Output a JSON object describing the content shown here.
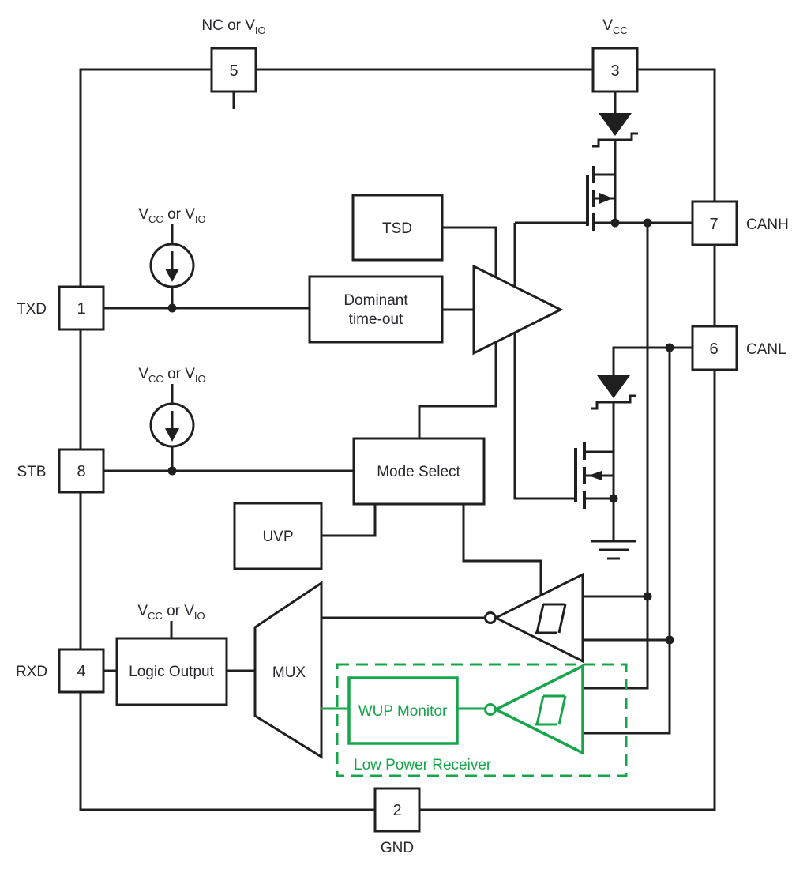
{
  "colors": {
    "line": "#1f1f1f",
    "text": "#27272f",
    "green": "#17a54b",
    "bg": "#ffffff"
  },
  "pins": {
    "p1": {
      "num": "1",
      "label": "TXD"
    },
    "p2": {
      "num": "2",
      "label": "GND"
    },
    "p3": {
      "num": "3"
    },
    "p4": {
      "num": "4",
      "label": "RXD"
    },
    "p5": {
      "num": "5"
    },
    "p6": {
      "num": "6",
      "label": "CANL"
    },
    "p7": {
      "num": "7",
      "label": "CANH"
    },
    "p8": {
      "num": "8",
      "label": "STB"
    }
  },
  "supply_labels": {
    "nc_or_vio": {
      "t1": "NC or V",
      "s1": "IO"
    },
    "vcc": {
      "t1": "V",
      "s1": "CC"
    },
    "vcc_or_vio": {
      "t1": "V",
      "s1": "CC",
      "t2": " or V",
      "s2": "IO"
    }
  },
  "blocks": {
    "tsd": "TSD",
    "dominant_timeout": {
      "line1": "Dominant",
      "line2": "time-out"
    },
    "mode_select": "Mode Select",
    "uvp": "UVP",
    "logic_output": "Logic Output",
    "mux": "MUX",
    "wup_monitor": "WUP Monitor",
    "low_power_receiver": "Low Power Receiver"
  }
}
